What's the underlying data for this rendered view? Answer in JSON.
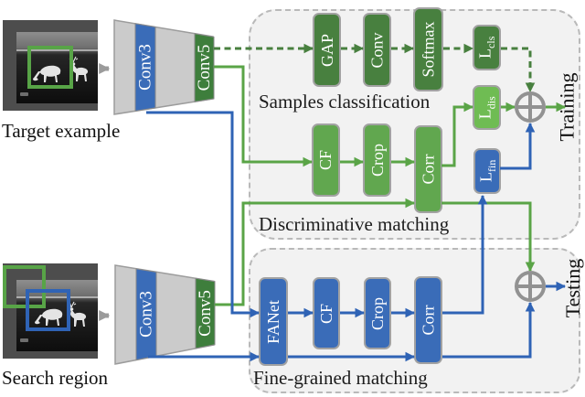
{
  "figure": {
    "inputs": {
      "target_caption": "Target example",
      "search_caption": "Search region"
    },
    "encoder": {
      "conv3": "Conv3",
      "conv5": "Conv5"
    },
    "training": {
      "side_label": "Training",
      "samples_classification": {
        "caption": "Samples classification",
        "blocks": [
          "GAP",
          "Conv",
          "Softmax"
        ],
        "loss": {
          "main": "L",
          "sub": "cls"
        }
      },
      "discriminative_matching": {
        "caption": "Discriminative matching",
        "blocks": [
          "CF",
          "Crop",
          "Corr"
        ],
        "loss": {
          "main": "L",
          "sub": "dis"
        }
      },
      "fine_grained_loss": {
        "main": "L",
        "sub": "fin"
      }
    },
    "testing": {
      "side_label": "Testing",
      "fine_grained_matching": {
        "caption": "Fine-grained matching",
        "blocks": [
          "FANet",
          "CF",
          "Crop",
          "Corr"
        ]
      }
    },
    "colors": {
      "dark_green": "#48803f",
      "mid_green": "#61a74f",
      "light_green": "#6fbc53",
      "blue": "#3a6cb8",
      "line_green": "#5aa447",
      "line_blue": "#2f63b5",
      "sum_gray": "#929292",
      "panel_bg": "#f2f2f2"
    }
  }
}
